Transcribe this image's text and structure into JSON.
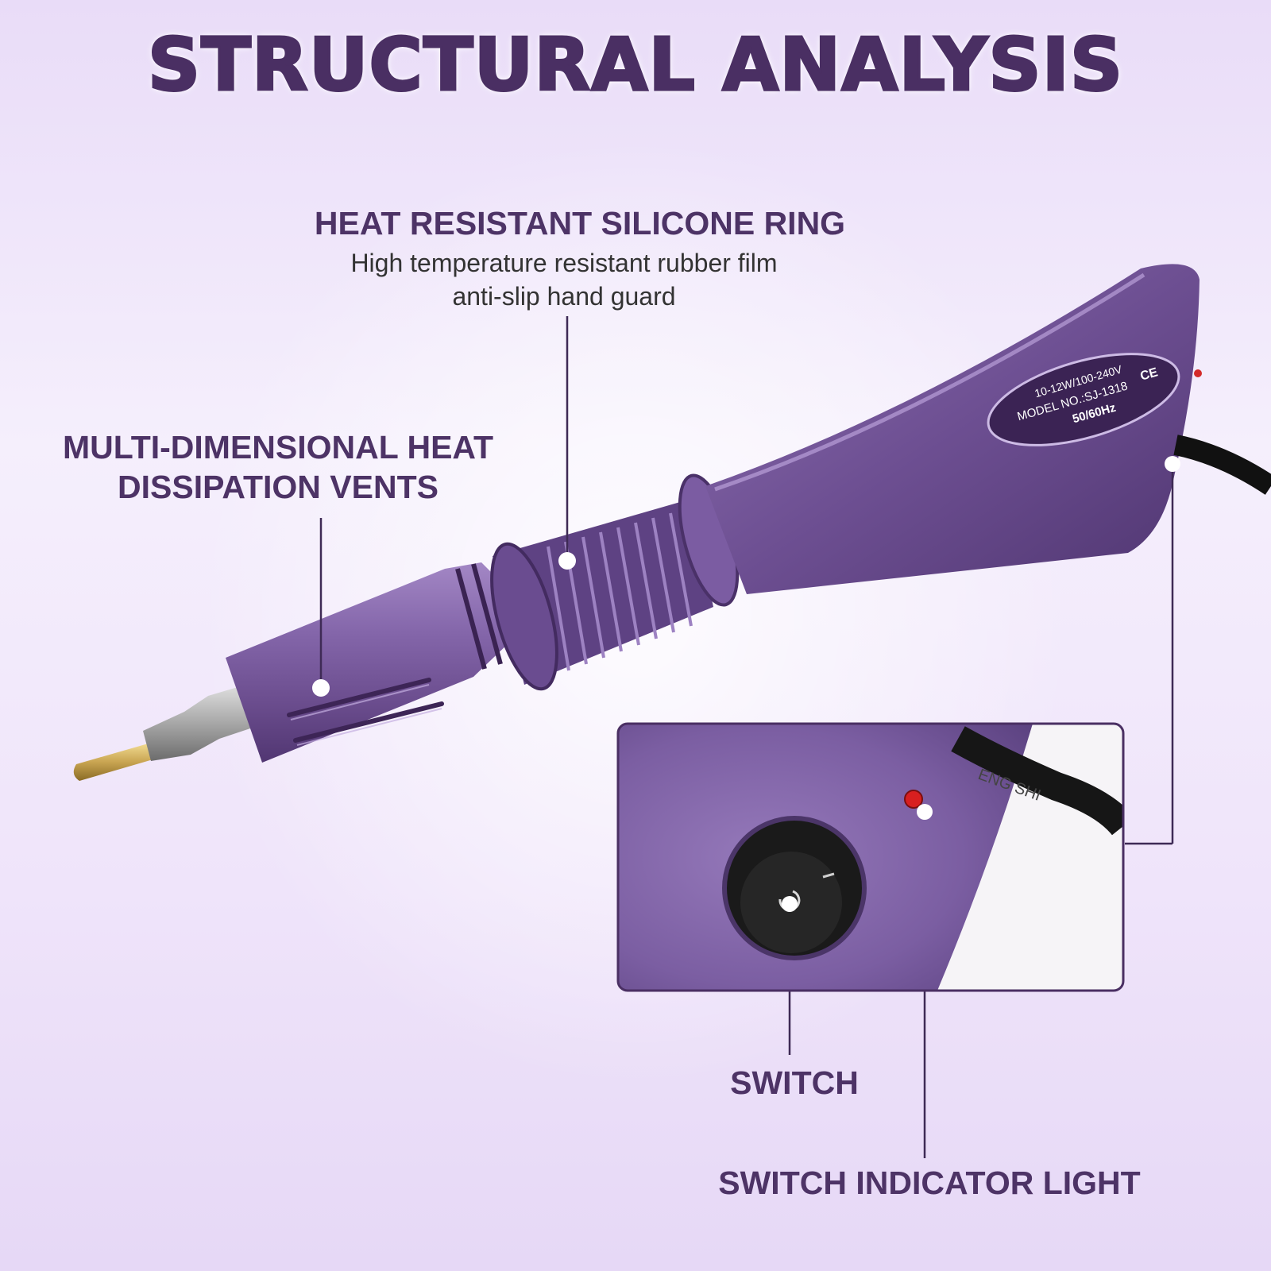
{
  "title": "STRUCTURAL ANALYSIS",
  "callouts": {
    "heat_ring": {
      "title": "HEAT RESISTANT SILICONE RING",
      "subtitle_line1": "High temperature resistant rubber film",
      "subtitle_line2": "anti-slip hand guard"
    },
    "vents": {
      "title_line1": "MULTI-DIMENSIONAL HEAT",
      "title_line2": "DISSIPATION VENTS"
    },
    "switch": {
      "title": "SWITCH"
    },
    "indicator": {
      "title": "SWITCH INDICATOR LIGHT"
    }
  },
  "label_plate": {
    "line1": "10-12W/100-240V",
    "line2": "MODEL NO.:SJ-1318",
    "mark": "CE",
    "line3": "50/60Hz"
  },
  "cable_print": "ENG SHI",
  "colors": {
    "tool_purple": "#7a5a9e",
    "title_purple": "#4a2f63",
    "text_purple": "#4d3366"
  }
}
